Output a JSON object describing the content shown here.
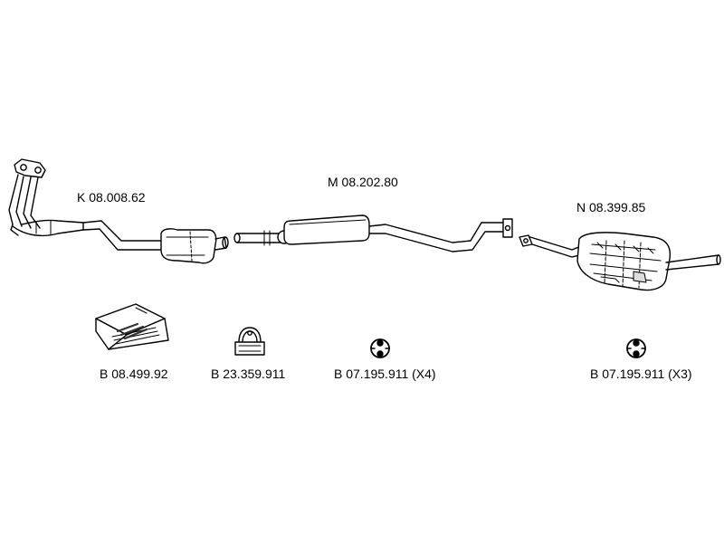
{
  "parts": {
    "k": {
      "code": "K 08.008.62"
    },
    "m": {
      "code": "M 08.202.80"
    },
    "n": {
      "code": "N 08.399.85"
    }
  },
  "accessories": [
    {
      "code": "B 08.499.92"
    },
    {
      "code": "B 23.359.911"
    },
    {
      "code": "B 07.195.911 (X4)"
    },
    {
      "code": "B 07.195.911 (X3)"
    }
  ],
  "colors": {
    "line": "#000000",
    "shade": "#555555",
    "background": "#ffffff"
  }
}
